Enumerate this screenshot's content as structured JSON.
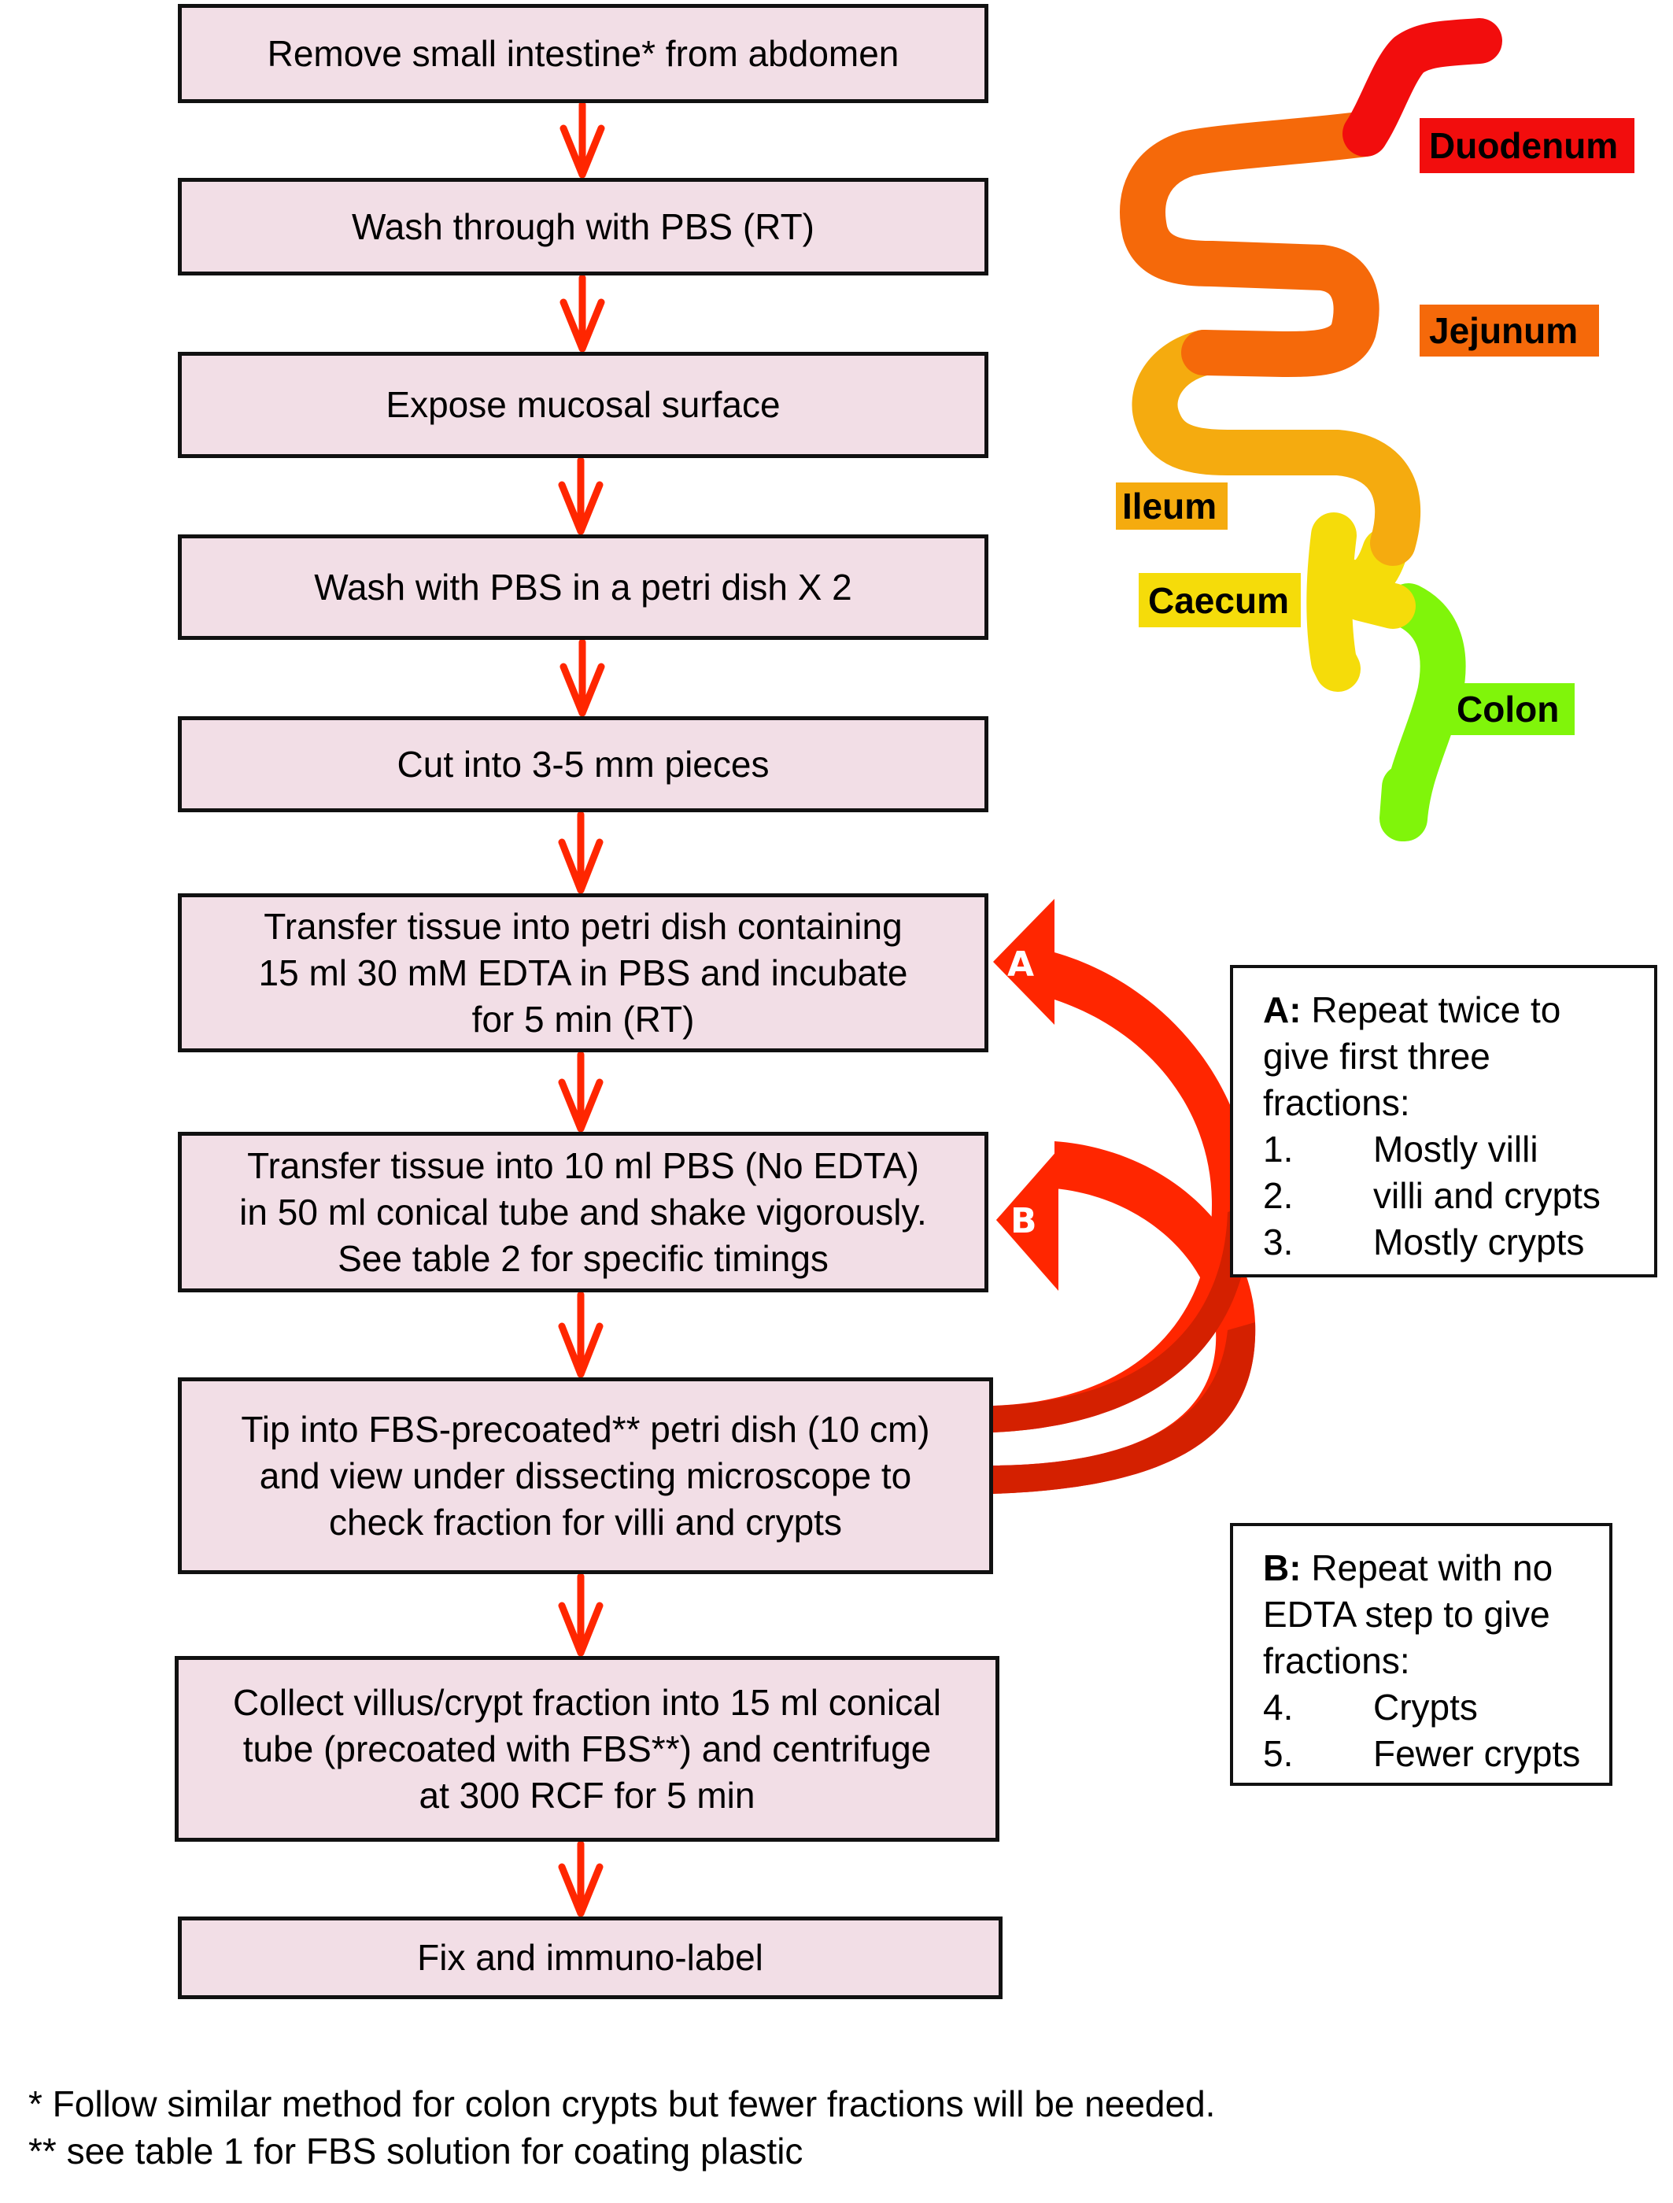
{
  "colors": {
    "step_fill": "#F2DEE6",
    "arrow": "#FF2600",
    "arrow_shadow": "#D42000",
    "duodenum": "#F20D0D",
    "jejunum": "#F5690A",
    "ileum": "#F5AB0F",
    "caecum": "#F5DC0A",
    "colon": "#80F50A"
  },
  "steps": [
    {
      "lines": [
        "Remove small intestine* from abdomen"
      ]
    },
    {
      "lines": [
        "Wash through with PBS (RT)"
      ]
    },
    {
      "lines": [
        "Expose mucosal surface"
      ]
    },
    {
      "lines": [
        "Wash with PBS in a petri dish X 2"
      ]
    },
    {
      "lines": [
        "Cut into 3-5 mm pieces"
      ]
    },
    {
      "lines": [
        "Transfer tissue into petri dish containing",
        "15 ml 30 mM EDTA in PBS and incubate",
        "for 5 min (RT)"
      ]
    },
    {
      "lines": [
        "Transfer tissue into 10 ml PBS (No EDTA)",
        "in 50 ml conical tube and shake vigorously.",
        "See table 2 for specific timings"
      ]
    },
    {
      "lines": [
        "Tip into FBS-precoated** petri dish (10 cm)",
        "and view under dissecting microscope to",
        "check fraction for villi and crypts"
      ]
    },
    {
      "lines": [
        "Collect villus/crypt fraction into 15 ml conical",
        "tube (precoated with FBS**) and centrifuge",
        "at 300 RCF for 5 min"
      ]
    },
    {
      "lines": [
        "Fix and immuno-label"
      ]
    }
  ],
  "loop_arrows": [
    {
      "letter": "A",
      "from_step": 8,
      "to_step": 6
    },
    {
      "letter": "B",
      "from_step": 8,
      "to_step": 7
    }
  ],
  "notes": {
    "A": {
      "label": "A:",
      "text_lines": [
        "Repeat twice to",
        "give first three",
        "fractions:"
      ],
      "items": [
        {
          "num": "1.",
          "text": "Mostly villi"
        },
        {
          "num": "2.",
          "text": "villi and crypts"
        },
        {
          "num": "3.",
          "text": "Mostly crypts"
        }
      ]
    },
    "B": {
      "label": "B:",
      "text_lines": [
        "Repeat with no",
        "EDTA step to give",
        "fractions:"
      ],
      "items": [
        {
          "num": "4.",
          "text": "Crypts"
        },
        {
          "num": "5.",
          "text": "Fewer crypts"
        }
      ]
    }
  },
  "intestine": {
    "segments": [
      "Duodenum",
      "Jejunum",
      "Ileum",
      "Caecum",
      "Colon"
    ]
  },
  "footnotes": [
    "* Follow similar method for colon crypts but fewer fractions will be needed.",
    "** see table 1 for FBS solution for coating plastic"
  ]
}
